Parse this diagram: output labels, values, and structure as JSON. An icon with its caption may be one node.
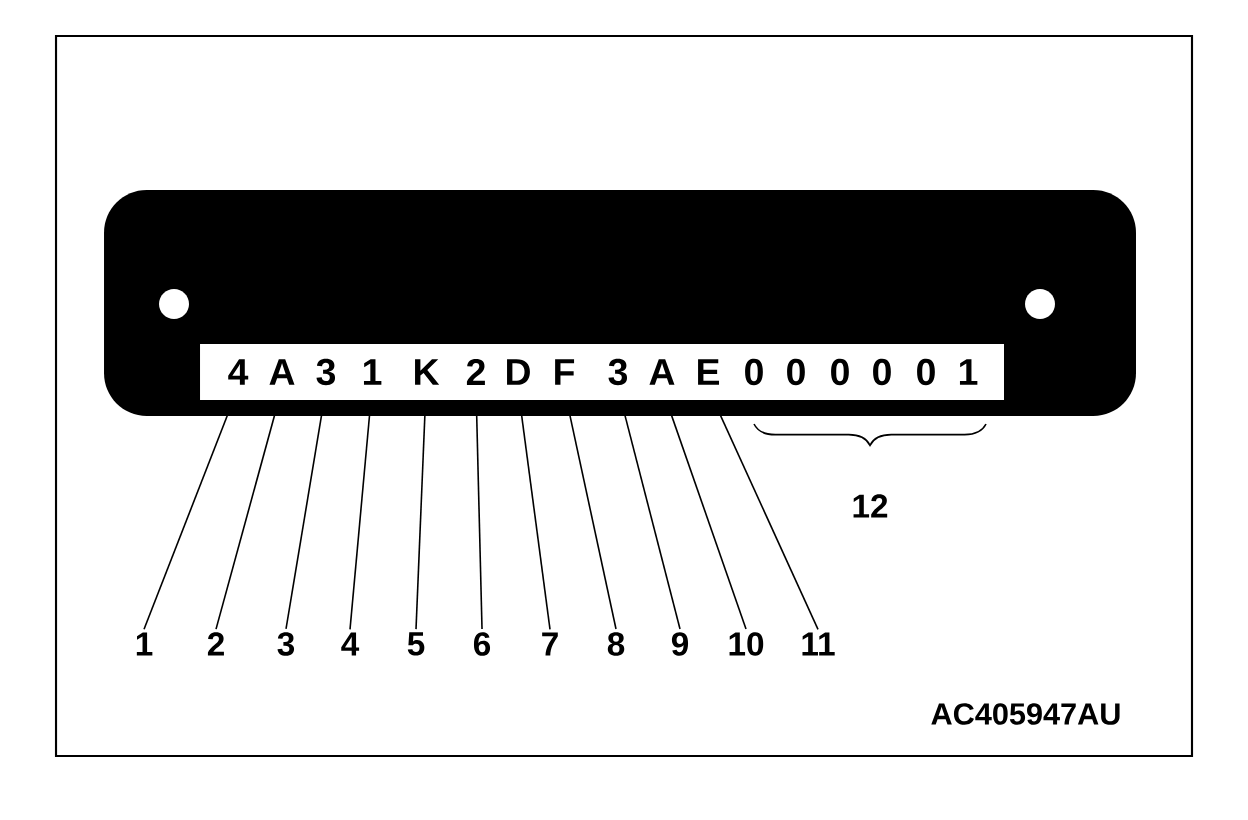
{
  "diagram": {
    "nodes": [
      {
        "text": [
          "4"
        ]
      },
      {
        "text": [
          "A"
        ]
      },
      {
        "text": [
          "3"
        ]
      },
      {
        "text": [
          "1"
        ]
      },
      {
        "text": [
          "K"
        ]
      },
      {
        "text": [
          "2"
        ]
      },
      {
        "text": [
          "D"
        ]
      },
      {
        "text": [
          "F"
        ]
      },
      {
        "text": [
          "3"
        ]
      },
      {
        "text": [
          "A"
        ]
      },
      {
        "text": [
          "E"
        ]
      },
      {
        "text": [
          "0"
        ]
      },
      {
        "text": [
          "0"
        ]
      },
      {
        "text": [
          "0"
        ]
      },
      {
        "text": [
          "0"
        ]
      },
      {
        "text": [
          "0"
        ]
      },
      {
        "text": [
          "1"
        ]
      },
      {
        "text": [
          "1"
        ]
      },
      {
        "text": [
          "2"
        ]
      },
      {
        "text": [
          "3"
        ]
      },
      {
        "text": [
          "4"
        ]
      },
      {
        "text": [
          "5"
        ]
      },
      {
        "text": [
          "6"
        ]
      },
      {
        "text": [
          "7"
        ]
      },
      {
        "text": [
          "8"
        ]
      },
      {
        "text": [
          "9"
        ]
      },
      {
        "text": [
          "10"
        ]
      },
      {
        "text": [
          "11"
        ]
      }
    ],
    "edges": [
      {
        "from": 17,
        "to": 0,
        "arrow": "none"
      },
      {
        "from": 18,
        "to": 1,
        "arrow": "none"
      },
      {
        "from": 19,
        "to": 2,
        "arrow": "none"
      },
      {
        "from": 20,
        "to": 3,
        "arrow": "none"
      },
      {
        "from": 21,
        "to": 4,
        "arrow": "none"
      },
      {
        "from": 22,
        "to": 5,
        "arrow": "none"
      },
      {
        "from": 23,
        "to": 6,
        "arrow": "none"
      },
      {
        "from": 24,
        "to": 7,
        "arrow": "none"
      },
      {
        "from": 25,
        "to": 8,
        "arrow": "none"
      },
      {
        "from": 26,
        "to": 9,
        "arrow": "none"
      },
      {
        "from": 27,
        "to": 10,
        "arrow": "none"
      }
    ],
    "labels": [
      "12",
      "AC405947AU"
    ]
  }
}
